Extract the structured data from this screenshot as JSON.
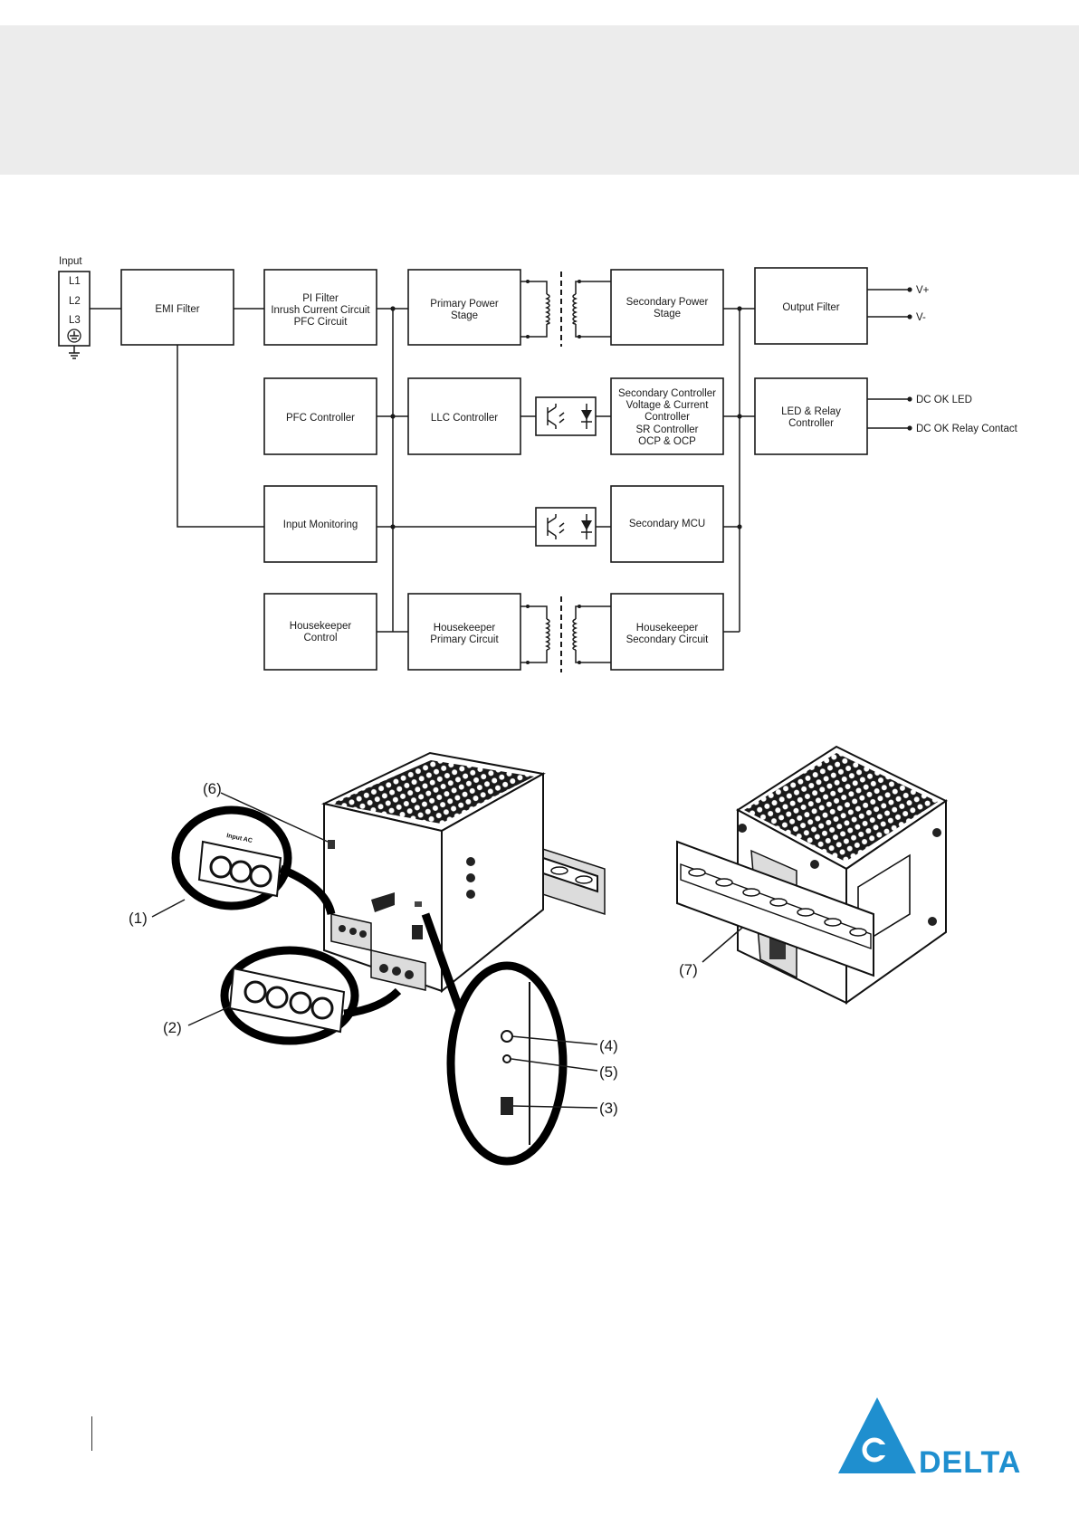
{
  "block_diagram": {
    "input": {
      "title": "Input",
      "terminals": [
        "L1",
        "L2",
        "L3"
      ]
    },
    "blocks": {
      "emi_filter": [
        "EMI Filter"
      ],
      "pi_filter": [
        "PI Filter",
        "Inrush Current Circuit",
        "PFC Circuit"
      ],
      "primary_power_stage": [
        "Primary Power",
        "Stage"
      ],
      "secondary_power_stage": [
        "Secondary Power",
        "Stage"
      ],
      "output_filter": [
        "Output Filter"
      ],
      "pfc_controller": [
        "PFC Controller"
      ],
      "llc_controller": [
        "LLC Controller"
      ],
      "secondary_controller": [
        "Secondary Controller",
        "Voltage & Current",
        "Controller",
        "SR Controller",
        "OCP & OCP"
      ],
      "led_relay_controller": [
        "LED & Relay",
        "Controller"
      ],
      "input_monitoring": [
        "Input Monitoring"
      ],
      "secondary_mcu": [
        "Secondary MCU"
      ],
      "housekeeper_control": [
        "Housekeeper",
        "Control"
      ],
      "housekeeper_primary": [
        "Housekeeper",
        "Primary Circuit"
      ],
      "housekeeper_secondary": [
        "Housekeeper",
        "Secondary Circuit"
      ]
    },
    "outputs": {
      "v_plus": "V+",
      "v_minus": "V-",
      "dc_ok_led": "DC OK LED",
      "dc_ok_relay": "DC OK Relay Contact"
    }
  },
  "device_illustration": {
    "callouts": [
      "(6)",
      "(1)",
      "(2)",
      "(4)",
      "(5)",
      "(3)",
      "(7)"
    ]
  },
  "footer": {
    "logo": "DELTA",
    "brand_color": "#1f8fcf"
  }
}
